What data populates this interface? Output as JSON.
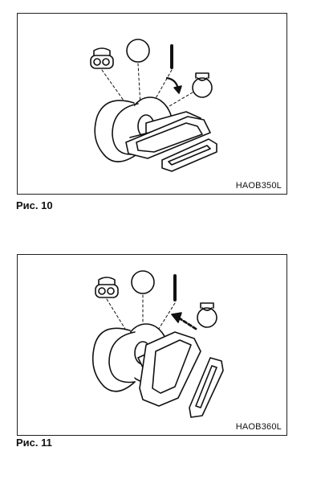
{
  "figures": [
    {
      "code": "HAOB350L",
      "caption": "Рис. 10",
      "symbols": [
        "lock-icon",
        "acc-circle-icon",
        "on-bar-icon",
        "start-bulb-icon"
      ],
      "arrow_direction": "clockwise-turn"
    },
    {
      "code": "HAOB360L",
      "caption": "Рис. 11",
      "symbols": [
        "lock-icon",
        "acc-circle-icon",
        "on-bar-icon",
        "start-bulb-icon"
      ],
      "arrow_direction": "return-dashed"
    }
  ]
}
